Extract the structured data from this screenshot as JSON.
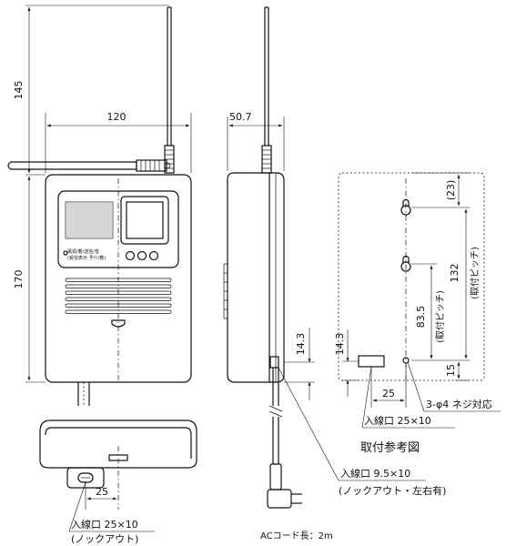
{
  "front_view": {
    "dim_antenna_height": "145",
    "dim_body_height": "170",
    "dim_width": "120",
    "panel_label_line1": "電源/着/送信/音",
    "panel_label_line2": "(受信表示 予介/着)"
  },
  "side_view": {
    "dim_depth": "50.7",
    "dim_inlet_height": "14.3"
  },
  "bottom_view": {
    "dim_inlet_offset": "25",
    "inlet_label": "入線口 25×10",
    "inlet_note": "(ノックアウト)"
  },
  "cord": {
    "inlet_label": "入線口 9.5×10",
    "inlet_note": "(ノックアウト・左右有)",
    "cord_length": "ACコード長：2m"
  },
  "mounting": {
    "title": "取付参考図",
    "dim_top": "(23)",
    "dim_pitch_total": "132",
    "dim_pitch_total_note": "(取付ピッチ)",
    "dim_pitch_inner": "83.5",
    "dim_pitch_inner_note": "(取付ピッチ)",
    "dim_inlet_height": "14.3",
    "dim_bottom": "15",
    "dim_inlet_offset": "25",
    "screw_label": "3-φ4 ネジ対応",
    "inlet_label": "入線口 25×10"
  }
}
